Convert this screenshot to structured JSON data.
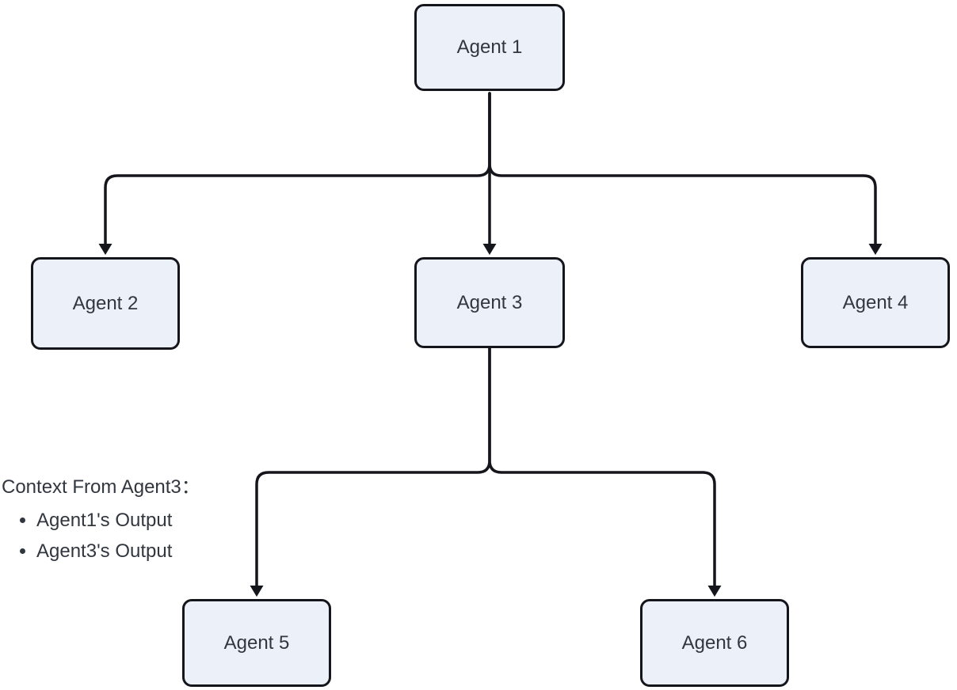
{
  "diagram": {
    "type": "flowchart",
    "nodes": [
      {
        "id": "agent1",
        "label": "Agent 1"
      },
      {
        "id": "agent2",
        "label": "Agent 2"
      },
      {
        "id": "agent3",
        "label": "Agent 3"
      },
      {
        "id": "agent4",
        "label": "Agent 4"
      },
      {
        "id": "agent5",
        "label": "Agent 5"
      },
      {
        "id": "agent6",
        "label": "Agent 6"
      }
    ],
    "edges": [
      {
        "from": "agent1",
        "to": "agent2"
      },
      {
        "from": "agent1",
        "to": "agent3"
      },
      {
        "from": "agent1",
        "to": "agent4"
      },
      {
        "from": "agent3",
        "to": "agent5"
      },
      {
        "from": "agent3",
        "to": "agent6"
      }
    ],
    "annotation": {
      "title": "Context From Agent3：",
      "items": [
        "Agent1's Output",
        "Agent3's Output"
      ]
    },
    "colors": {
      "node_fill": "#ECF0F9",
      "node_border": "#15151C",
      "line": "#15151C",
      "text": "#32373F",
      "background": "#FFFFFF"
    }
  }
}
